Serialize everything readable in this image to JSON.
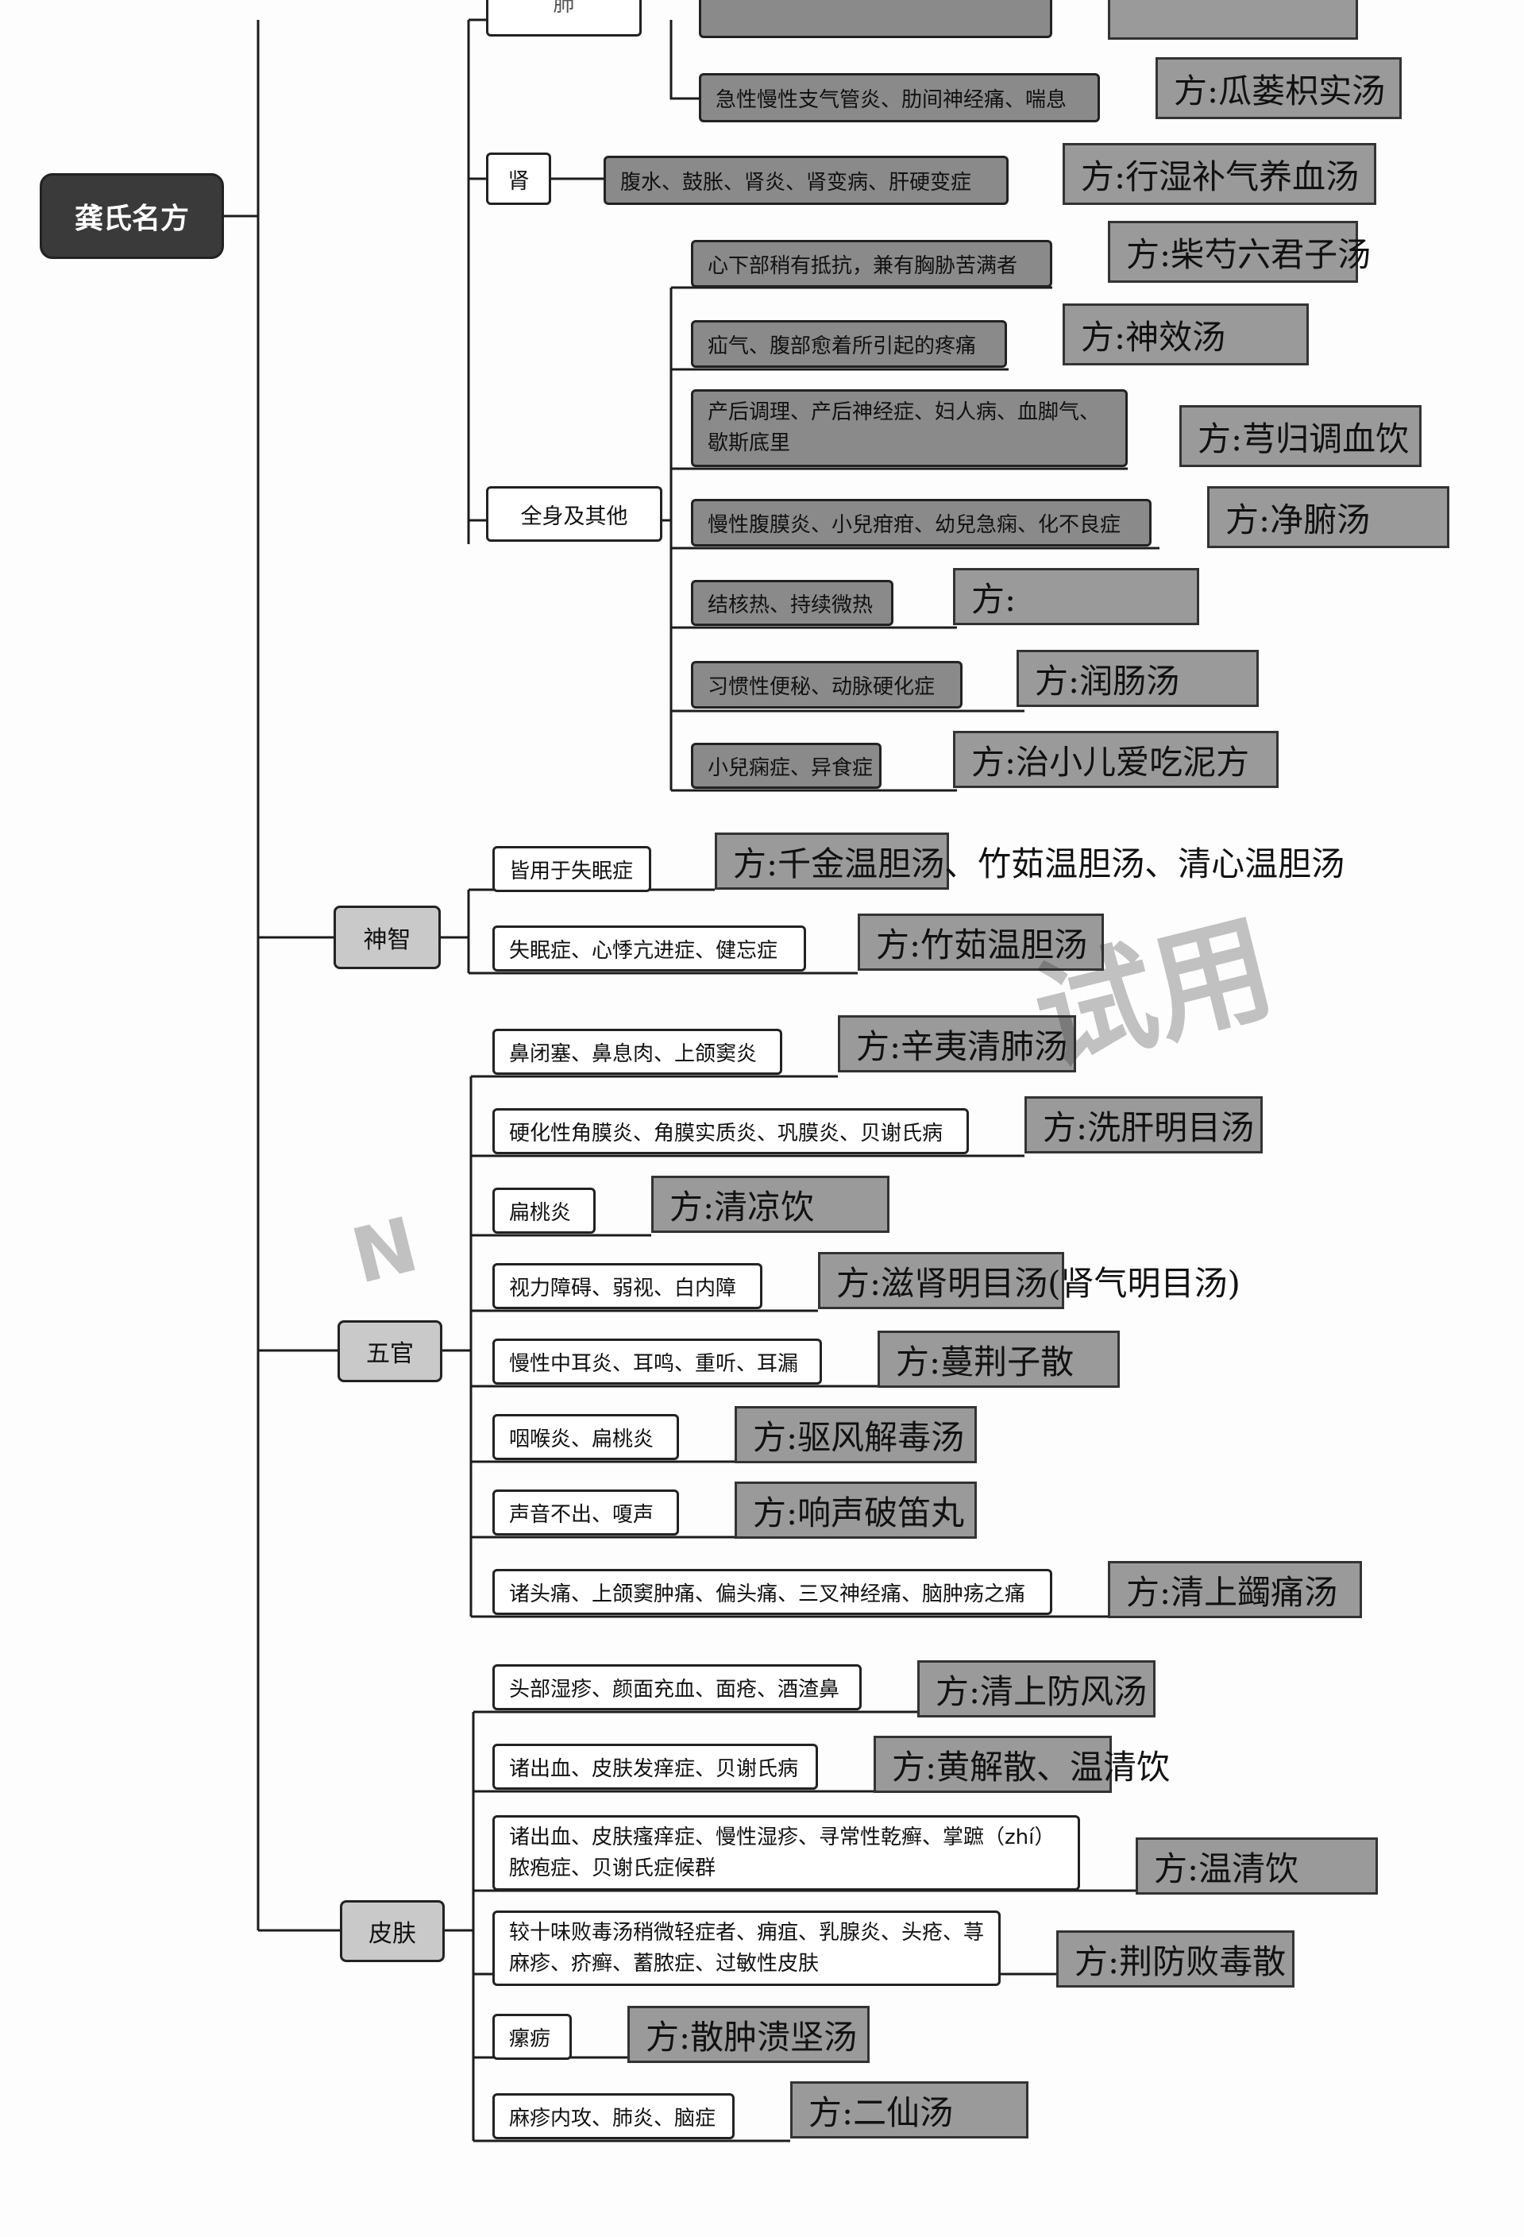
{
  "root": {
    "label": "龚氏名方"
  },
  "categories": {
    "shenzhi": "神智",
    "wuguan": "五官",
    "pifu": "皮肤"
  },
  "subcategories": {
    "top_partial": "肺",
    "shen": "肾",
    "quanshen": "全身及其他"
  },
  "symptoms": {
    "top_partial": "",
    "lung_2": "急性慢性支气管炎、肋间神经痛、喘息",
    "shen_1": "腹水、鼓胀、肾炎、肾变病、肝硬变症",
    "qs_1": "心下部稍有抵抗，兼有胸胁苦满者",
    "qs_2": "疝气、腹部愈着所引起的疼痛",
    "qs_3": "产后调理、产后神经症、妇人病、血脚气、歇斯底里",
    "qs_4": "慢性腹膜炎、小兒疳疳、幼兒急痫、化不良症",
    "qs_5": "结核热、持续微热",
    "qs_6": "习惯性便秘、动脉硬化症",
    "qs_7": "小兒痫症、异食症",
    "sz_1": "皆用于失眠症",
    "sz_2": "失眠症、心悸亢进症、健忘症",
    "wg_1": "鼻闭塞、鼻息肉、上颌窦炎",
    "wg_2": "硬化性角膜炎、角膜实质炎、巩膜炎、贝谢氏病",
    "wg_3": "扁桃炎",
    "wg_4": "视力障碍、弱视、白内障",
    "wg_5": "慢性中耳炎、耳鸣、重听、耳漏",
    "wg_6": "咽喉炎、扁桃炎",
    "wg_7": "声音不出、嗄声",
    "wg_8": "诸头痛、上颌窦肿痛、偏头痛、三叉神经痛、脑肿疡之痛",
    "pf_1": "头部湿疹、颜面充血、面疮、酒渣鼻",
    "pf_2": "诸出血、皮肤发痒症、贝谢氏病",
    "pf_3": "诸出血、皮肤瘙痒症、慢性湿疹、寻常性乾癣、掌蹠（zhí）脓疱症、贝谢氏症候群",
    "pf_4": "较十味败毒汤稍微轻症者、痈疽、乳腺炎、头疮、荨麻疹、疥癣、蓄脓症、过敏性皮肤",
    "pf_5": "瘰疬",
    "pf_6": "麻疹内攻、肺炎、脑症"
  },
  "prescriptions": {
    "top_partial": "",
    "lung_2": "方:瓜蒌枳实汤",
    "shen_1": "方:行湿补气养血汤",
    "qs_1": "方:柴芍六君子汤",
    "qs_2": "方:神效汤",
    "qs_3": "方:芎归调血饮",
    "qs_4": "方:净腑汤",
    "qs_5": "方:",
    "qs_6": "方:润肠汤",
    "qs_7": "方:治小儿爱吃泥方",
    "sz_1": "方:千金温胆汤、竹茹温胆汤、清心温胆汤",
    "sz_2": "方:竹茹温胆汤",
    "wg_1": "方:辛夷清肺汤",
    "wg_2": "方:洗肝明目汤",
    "wg_3": "方:清凉饮",
    "wg_4": "方:滋肾明目汤(肾气明目汤)",
    "wg_5": "方:蔓荆子散",
    "wg_6": "方:驱风解毒汤",
    "wg_7": "方:响声破笛丸",
    "wg_8": "方:清上蠲痛汤",
    "pf_1": "方:清上防风汤",
    "pf_2": "方:黄解散、温清饮",
    "pf_3": "方:温清饮",
    "pf_4": "方:荆防败毒散",
    "pf_5": "方:散肿溃坚汤",
    "pf_6": "方:二仙汤"
  },
  "watermark": {
    "text_1": "试用",
    "text_2": "N"
  }
}
